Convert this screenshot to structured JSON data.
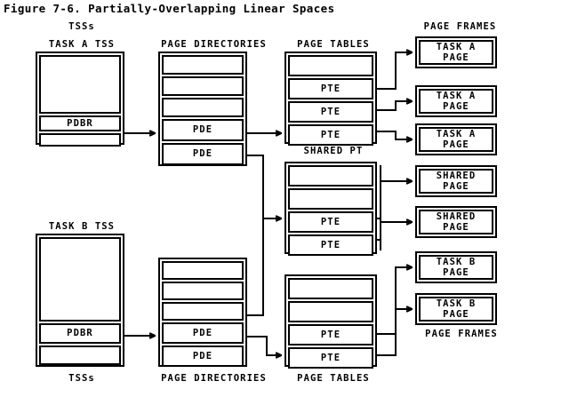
{
  "figure": {
    "title": "Figure 7-6. Partially-Overlapping Linear Spaces"
  },
  "labels": {
    "tss_top": "TSSs",
    "tss_bottom": "TSSs",
    "task_a_tss": "TASK A TSS",
    "task_b_tss": "TASK B TSS",
    "page_directories_top": "PAGE DIRECTORIES",
    "page_directories_bottom": "PAGE DIRECTORIES",
    "page_tables_top": "PAGE TABLES",
    "page_tables_bottom": "PAGE TABLES",
    "shared_pt": "SHARED PT",
    "page_frames_top": "PAGE FRAMES",
    "page_frames_bottom": "PAGE FRAMES"
  },
  "task_a_tss": {
    "cells": [
      "",
      "PDBR",
      ""
    ]
  },
  "task_b_tss": {
    "cells": [
      "",
      "PDBR",
      ""
    ]
  },
  "page_directory_a": {
    "cells": [
      "",
      "",
      "",
      "PDE",
      "PDE"
    ]
  },
  "page_directory_b": {
    "cells": [
      "",
      "",
      "",
      "PDE",
      "PDE"
    ]
  },
  "page_table_a": {
    "cells": [
      "",
      "PTE",
      "PTE",
      "PTE"
    ]
  },
  "shared_page_table": {
    "cells": [
      "",
      "",
      "PTE",
      "PTE"
    ]
  },
  "page_table_b": {
    "cells": [
      "",
      "",
      "PTE",
      "PTE"
    ]
  },
  "page_frames": [
    {
      "line1": "TASK A",
      "line2": "PAGE"
    },
    {
      "line1": "TASK A",
      "line2": "PAGE"
    },
    {
      "line1": "TASK A",
      "line2": "PAGE"
    },
    {
      "line1": "SHARED",
      "line2": "PAGE"
    },
    {
      "line1": "SHARED",
      "line2": "PAGE"
    },
    {
      "line1": "TASK B",
      "line2": "PAGE"
    },
    {
      "line1": "TASK B",
      "line2": "PAGE"
    }
  ],
  "colors": {
    "ink": "#000000",
    "paper": "#ffffff"
  }
}
